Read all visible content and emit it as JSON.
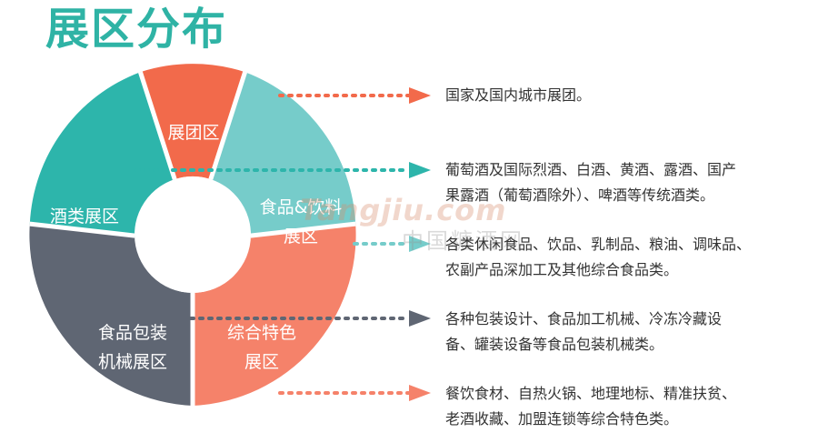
{
  "title": "展区分布",
  "colors": {
    "title": "#2fb3a5",
    "orange": "#f26a4b",
    "light_teal": "#76ccca",
    "teal": "#2db5ab",
    "slate": "#5f6673",
    "salmon": "#f5826a"
  },
  "segments": [
    {
      "name": "展团区",
      "description": "国家及国内城市展团。"
    },
    {
      "name": "食品&饮料展区",
      "line1": "食品&饮料",
      "line2": "展区",
      "description_line1": "各类休闲食品、饮品、乳制品、粮油、调味品、",
      "description_line2": "农副产品深加工及其他综合食品类。"
    },
    {
      "name": "综合特色展区",
      "line1": "综合特色",
      "line2": "展区",
      "description_line1": "餐饮食材、自热火锅、地理地标、精准扶贫、",
      "description_line2": "老酒收藏、加盟连锁等综合特色类。"
    },
    {
      "name": "食品包装机械展区",
      "line1": "食品包装",
      "line2": "机械展区",
      "description_line1": "各种包装设计、食品加工机械、冷冻冷藏设",
      "description_line2": "备、罐装设备等食品包装机械类。"
    },
    {
      "name": "酒类展区",
      "description_line1": "葡萄酒及国际烈酒、白酒、黄酒、露酒、国产",
      "description_line2": "果露酒（葡萄酒除外）、啤酒等传统酒类。"
    }
  ],
  "watermark": {
    "text": "Tangjiu.com",
    "text_cn": "中国糖酒网"
  }
}
